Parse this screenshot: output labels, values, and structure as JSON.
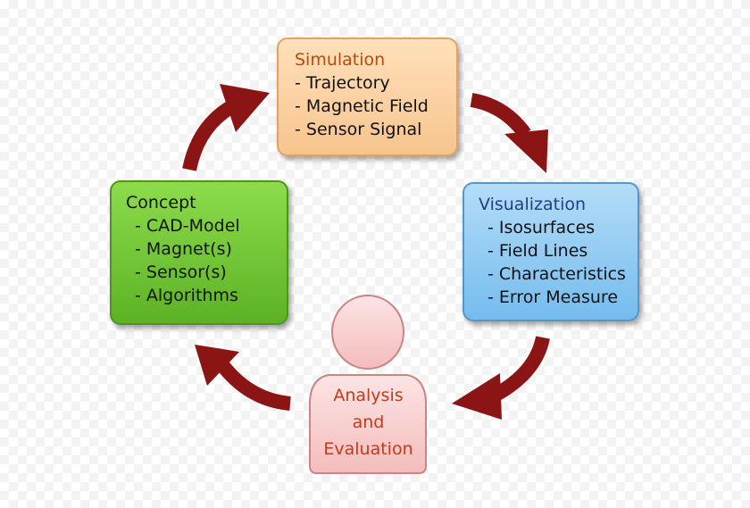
{
  "simulation": {
    "title": "Simulation",
    "items": [
      "Trajectory",
      "Magnetic Field",
      "Sensor Signal"
    ]
  },
  "concept": {
    "title": "Concept",
    "items": [
      "CAD-Model",
      "Magnet(s)",
      "Sensor(s)",
      "Algorithms"
    ]
  },
  "visualization": {
    "title": "Visualization",
    "items": [
      "Isosurfaces",
      "Field Lines",
      "Characteristics",
      "Error Measure"
    ]
  },
  "analysis": {
    "lines": [
      "Analysis",
      "and",
      "Evaluation"
    ]
  },
  "colors": {
    "arrow": "#8b1414",
    "simulation_fill": "#fbd2a4",
    "concept_fill": "#74c838",
    "visualization_fill": "#98ccf4",
    "person_fill": "#f9d2d2",
    "simulation_title": "#b84a0a",
    "visualization_title": "#1f3f86",
    "analysis_text": "#c03c1c"
  }
}
